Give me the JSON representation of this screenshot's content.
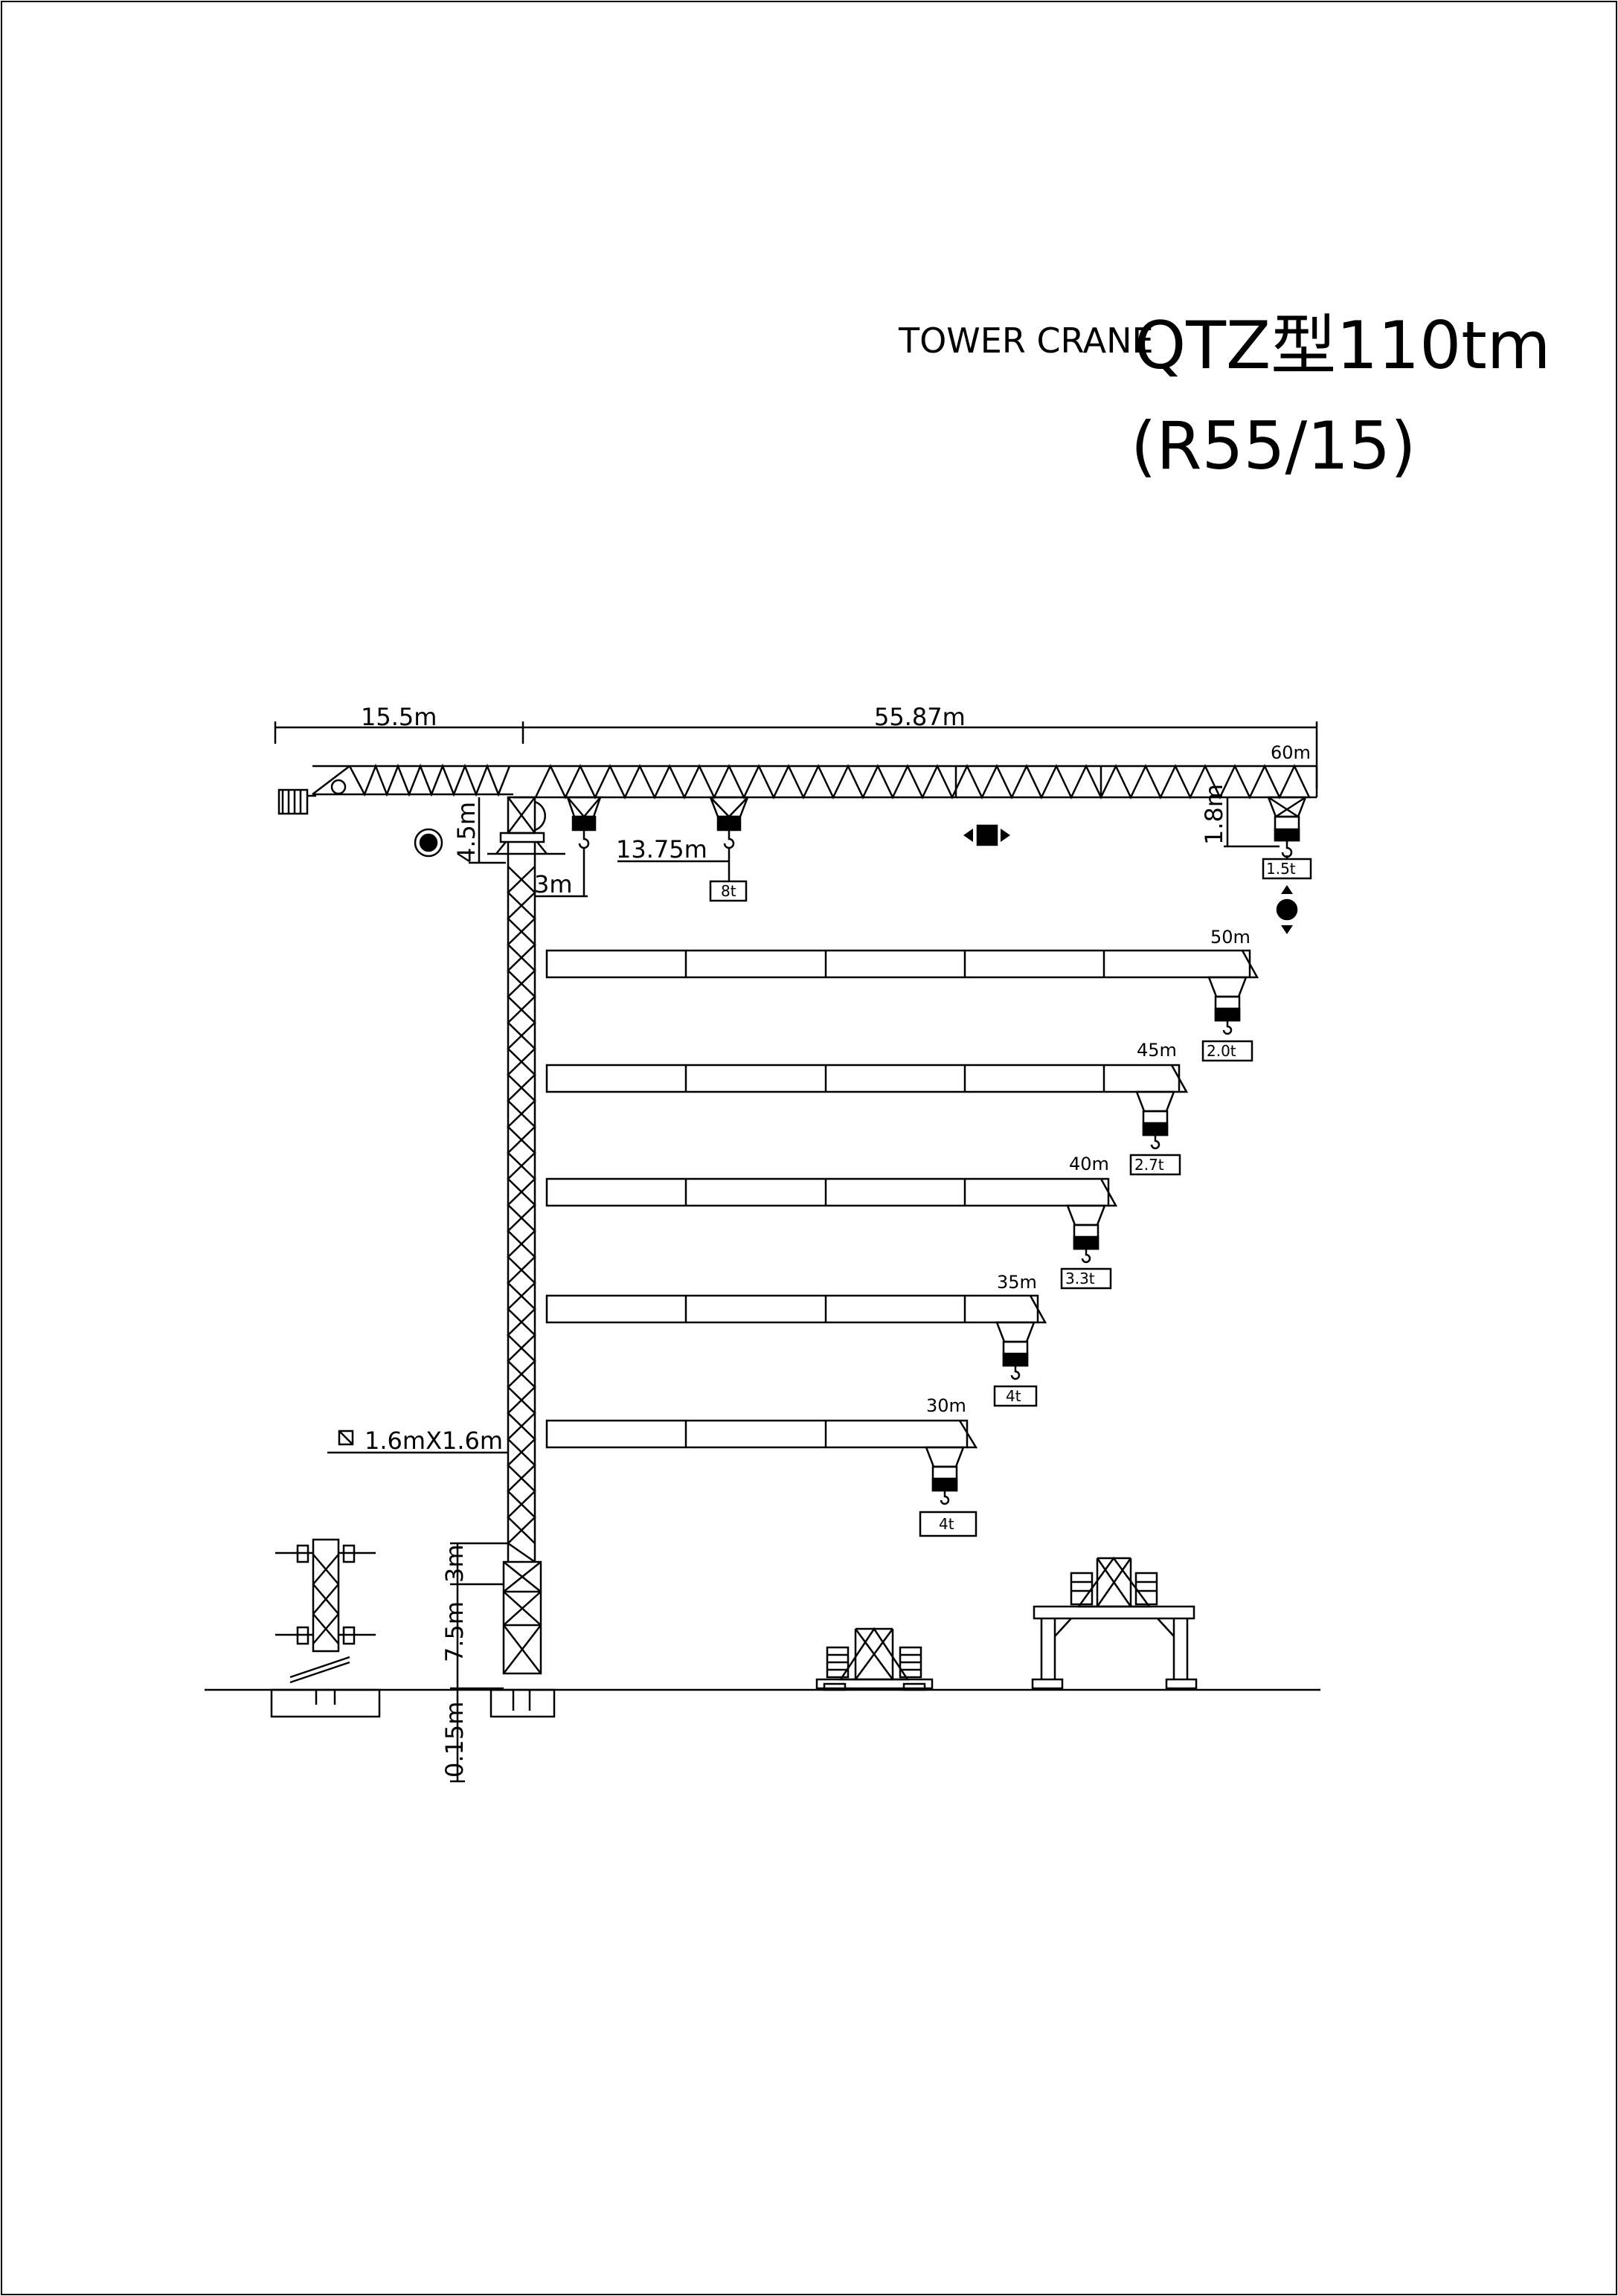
{
  "title": {
    "subtitle": "TOWER CRANE",
    "model": "QTZ型110tm",
    "code": "(R55/15)"
  },
  "dimensions": {
    "counter_jib": "15.5m",
    "jib": "55.87m",
    "top_height": "4.5m",
    "hook_drop": "1.8m",
    "min_radius": "3m",
    "max_load_radius": "13.75m",
    "mast_section": "1.6mX1.6m",
    "top_section": "3m",
    "base_section": "7.5m",
    "foundation": "0.15m"
  },
  "configurations": [
    {
      "radius": "60m",
      "load": "1.5t"
    },
    {
      "radius": "50m",
      "load": "2.0t"
    },
    {
      "radius": "45m",
      "load": "2.7t"
    },
    {
      "radius": "40m",
      "load": "3.3t"
    },
    {
      "radius": "35m",
      "load": "4t"
    },
    {
      "radius": "30m",
      "load": "4t"
    }
  ],
  "max_load": "8t"
}
